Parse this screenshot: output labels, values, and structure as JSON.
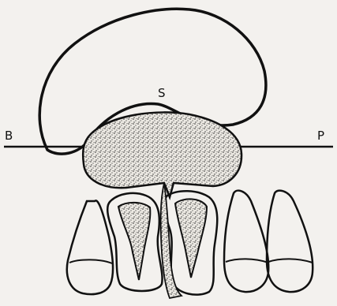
{
  "labels": {
    "top": "S",
    "left": "B",
    "right": "P"
  },
  "colors": {
    "background": "#f3f1ee",
    "ink": "#111111",
    "stipple": "#444444"
  }
}
